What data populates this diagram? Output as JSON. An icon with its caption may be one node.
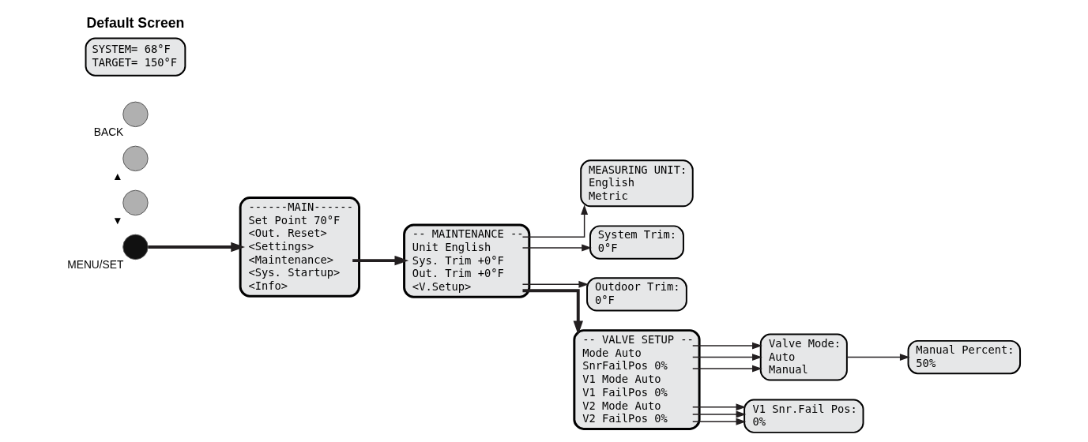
{
  "diagram": {
    "nodes": [
      {
        "text": [
          "Default Screen",
          "SYSTEM= 68°F",
          "TARGET= 150°F"
        ]
      },
      {
        "text": [],
        "shape": "circle",
        "beside": [
          "BACK"
        ]
      },
      {
        "text": [],
        "shape": "circle",
        "beside": [
          "▲"
        ]
      },
      {
        "text": [],
        "shape": "circle",
        "beside": [
          "▼"
        ]
      },
      {
        "text": [],
        "shape": "circle",
        "beside": [
          "MENU/SET"
        ]
      },
      {
        "text": [
          "------MAIN------",
          "Set Point 70°F",
          "<Out. Reset>",
          "<Settings>",
          "<Maintenance>",
          "<Sys. Startup>",
          "<Info>"
        ]
      },
      {
        "text": [
          "-- MAINTENANCE --",
          "Unit English",
          "Sys. Trim +0°F",
          "Out. Trim +0°F",
          "<V.Setup>"
        ]
      },
      {
        "text": [
          "MEASURING UNIT:",
          "English",
          "Metric"
        ]
      },
      {
        "text": [
          "System Trim:",
          "0°F"
        ]
      },
      {
        "text": [
          "Outdoor Trim:",
          "0°F"
        ]
      },
      {
        "text": [
          "-- VALVE SETUP --",
          "Mode Auto",
          "SnrFailPos 0%",
          "V1 Mode Auto",
          "V1 FailPos 0%",
          "V2 Mode Auto",
          "V2 FailPos 0%"
        ]
      },
      {
        "text": [
          "V1 Snr.Fail Pos:",
          "0%"
        ]
      },
      {
        "text": [
          "Valve Mode:",
          "Auto",
          "Manual"
        ]
      },
      {
        "text": [
          "Manual Percent:",
          "50%"
        ]
      }
    ],
    "edges": [
      {
        "from": 4,
        "to": 5,
        "arrow": "to",
        "style": "thick"
      },
      {
        "from": 5,
        "to": 6,
        "arrow": "to",
        "style": "thick"
      },
      {
        "from": 6,
        "to": 7,
        "arrow": "to"
      },
      {
        "from": 6,
        "to": 8,
        "arrow": "to"
      },
      {
        "from": 6,
        "to": 9,
        "arrow": "to"
      },
      {
        "from": 6,
        "to": 10,
        "arrow": "to",
        "style": "thick"
      },
      {
        "from": 10,
        "to": 12,
        "arrow": "to"
      },
      {
        "from": 10,
        "to": 12,
        "arrow": "to"
      },
      {
        "from": 10,
        "to": 12,
        "arrow": "to"
      },
      {
        "from": 10,
        "to": 11,
        "arrow": "to"
      },
      {
        "from": 10,
        "to": 11,
        "arrow": "to"
      },
      {
        "from": 10,
        "to": 11,
        "arrow": "to"
      },
      {
        "from": 12,
        "to": 13,
        "arrow": "to"
      }
    ]
  }
}
